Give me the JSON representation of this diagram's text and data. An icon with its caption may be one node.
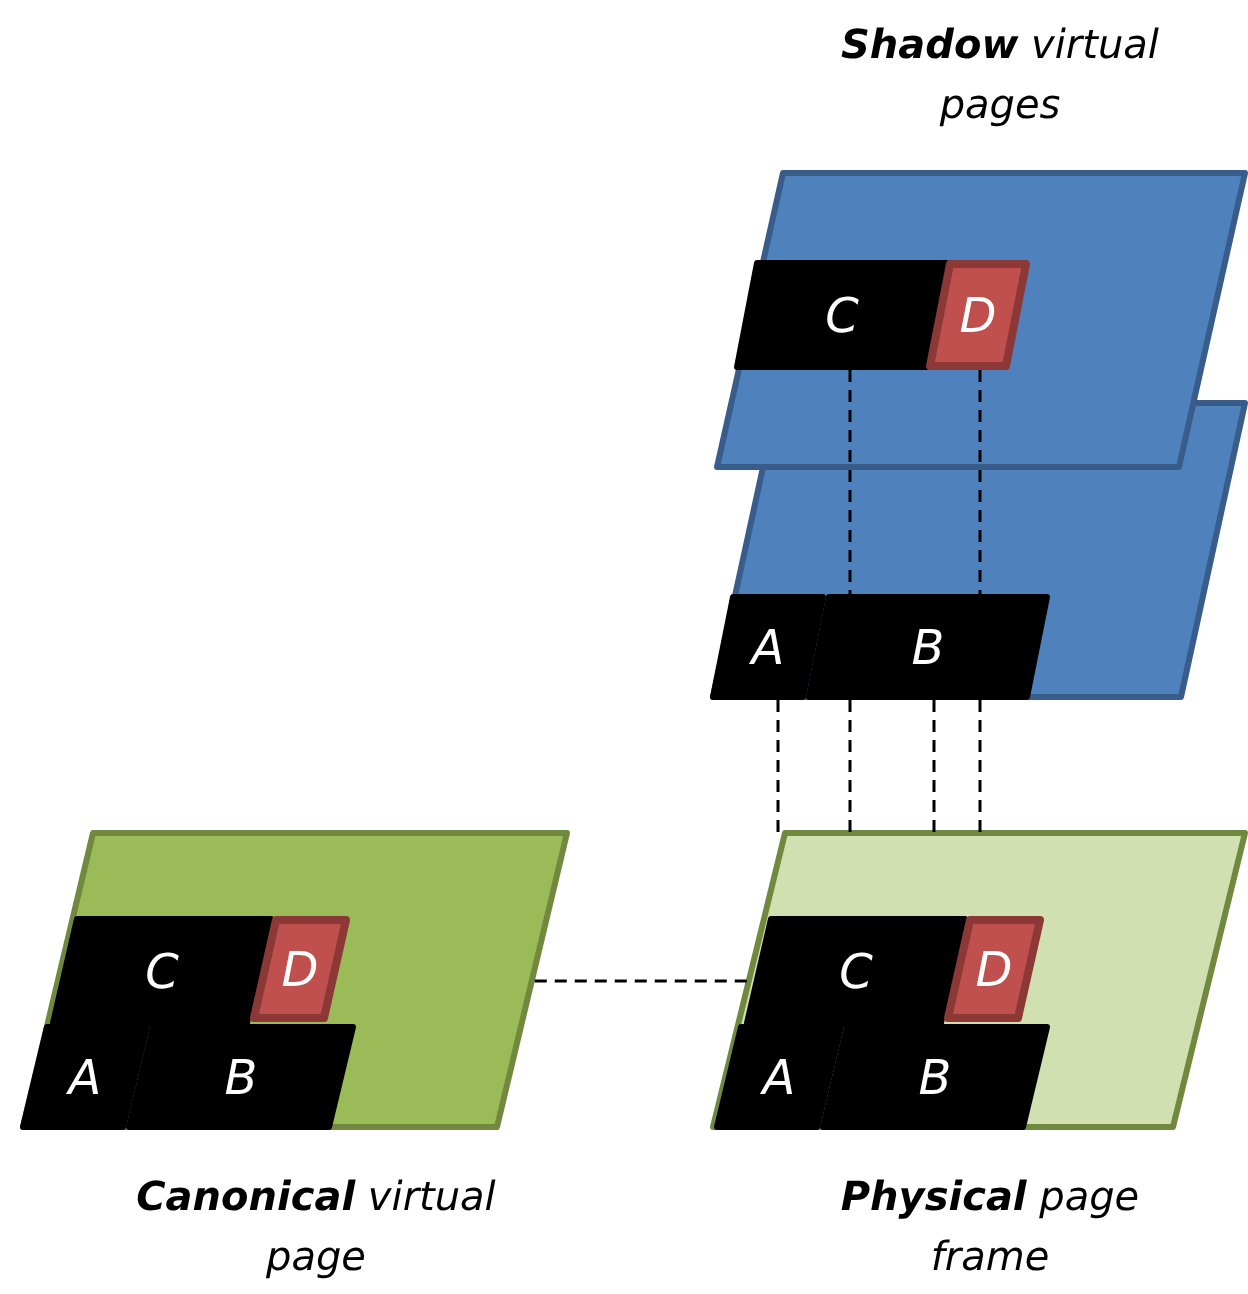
{
  "diagram": {
    "nodes": [
      {
        "text": [
          "**Shadow** virtual pages"
        ]
      },
      {
        "text": [
          "C"
        ],
        "in": 0
      },
      {
        "text": [
          "D"
        ],
        "in": 0
      },
      {
        "text": [],
        "shape": "parallelogram"
      },
      {
        "text": [
          "A"
        ],
        "in": 3
      },
      {
        "text": [
          "B"
        ],
        "in": 3
      },
      {
        "text": [
          "**Canonical** virtual page"
        ]
      },
      {
        "text": [
          "C"
        ],
        "in": 6
      },
      {
        "text": [
          "D"
        ],
        "in": 6
      },
      {
        "text": [
          "A"
        ],
        "in": 6
      },
      {
        "text": [
          "B"
        ],
        "in": 6
      },
      {
        "text": [
          "**Physical** page frame"
        ]
      },
      {
        "text": [
          "C"
        ],
        "in": 11
      },
      {
        "text": [
          "D"
        ],
        "in": 11
      },
      {
        "text": [
          "A"
        ],
        "in": 11
      },
      {
        "text": [
          "B"
        ],
        "in": 11
      }
    ],
    "edges": [
      {
        "from": 1,
        "to": 5,
        "arrow": "none",
        "style": "dashed"
      },
      {
        "from": 2,
        "to": 5,
        "arrow": "none",
        "style": "dashed"
      },
      {
        "from": 4,
        "to": 11,
        "arrow": "none",
        "style": "dashed"
      },
      {
        "from": 5,
        "to": 11,
        "arrow": "none",
        "style": "dashed"
      },
      {
        "from": 5,
        "to": 11,
        "arrow": "none",
        "style": "dashed"
      },
      {
        "from": 5,
        "to": 11,
        "arrow": "none",
        "style": "dashed"
      },
      {
        "from": 6,
        "to": 12,
        "arrow": "none",
        "style": "dashed"
      }
    ]
  }
}
